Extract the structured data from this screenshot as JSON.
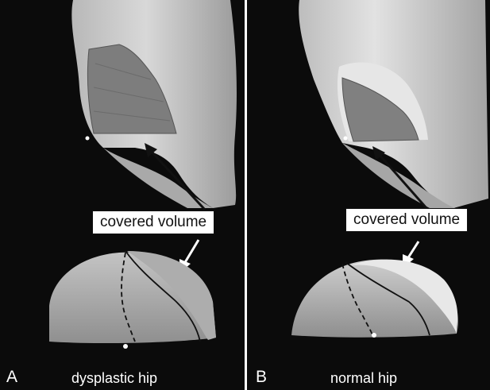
{
  "figure": {
    "panels": [
      {
        "letter": "A",
        "caption": "dysplastic hip",
        "callout": "covered volume"
      },
      {
        "letter": "B",
        "caption": "normal hip",
        "callout": "covered volume"
      }
    ],
    "colors": {
      "background": "#0b0b0b",
      "bone": "#c9c9c9",
      "bone_shadow": "#8d8d8d",
      "divider": "#ffffff"
    }
  }
}
